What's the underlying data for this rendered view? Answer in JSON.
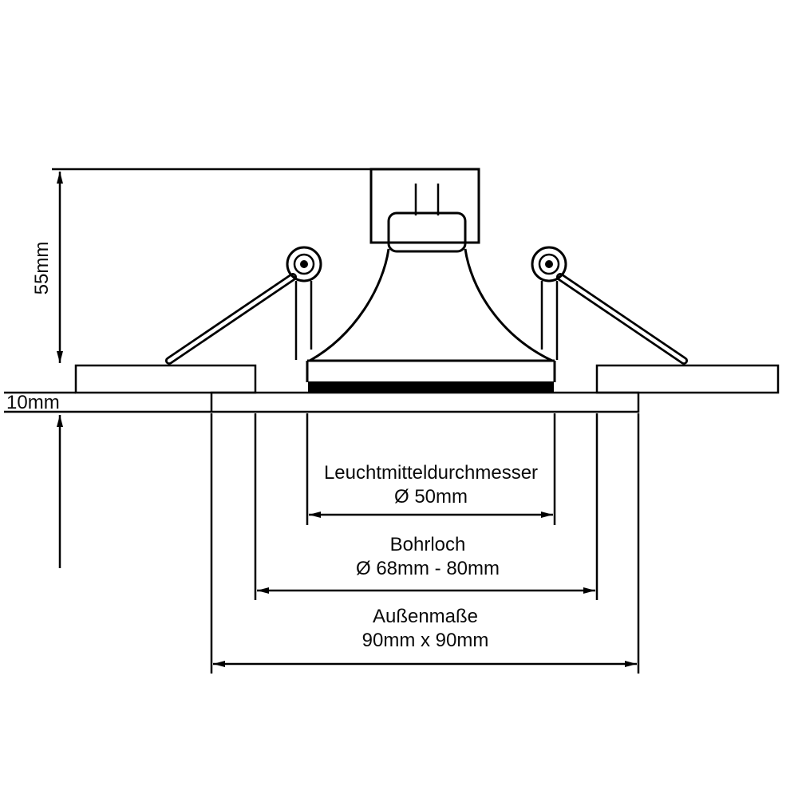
{
  "labels": {
    "height": "55mm",
    "trim_thickness": "10mm",
    "bulb": {
      "title": "Leuchtmitteldurchmesser",
      "value": "Ø 50mm"
    },
    "hole": {
      "title": "Bohrloch",
      "value": "Ø 68mm - 80mm"
    },
    "outer": {
      "title": "Außenmaße",
      "value": "90mm x 90mm"
    }
  },
  "colors": {
    "line": "#000000",
    "trim_ring_fill": "#7d7d7d",
    "background": "#ffffff"
  }
}
